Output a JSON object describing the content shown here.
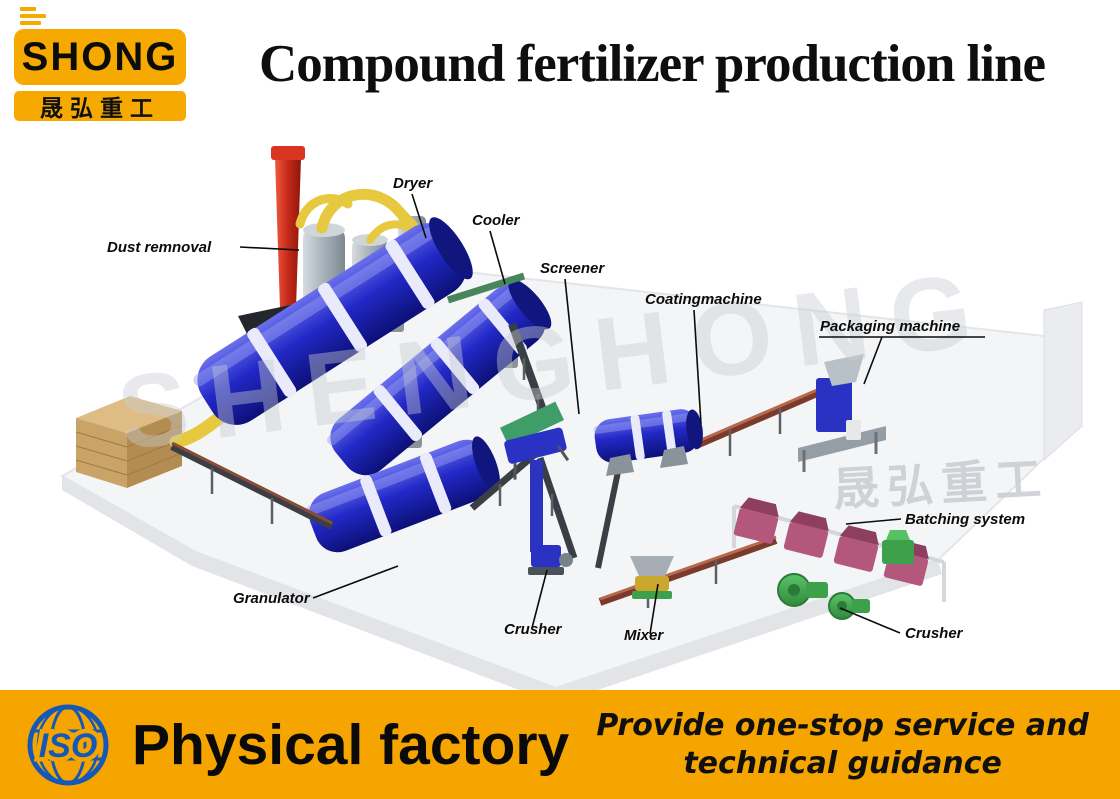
{
  "header": {
    "logo": {
      "name": "SHONG",
      "subtitle_cn": "晟弘重工"
    },
    "title": "Compound fertilizer production line"
  },
  "scene": {
    "watermark_en": "SHENGHONG",
    "watermark_cn": "晟弘重工",
    "labels": {
      "dust_removal": "Dust remnoval",
      "dryer": "Dryer",
      "cooler": "Cooler",
      "screener": "Screener",
      "coating_machine": "Coatingmachine",
      "packaging_machine": "Packaging machine",
      "batching_system": "Batching system",
      "granulator": "Granulator",
      "crusher_mid": "Crusher",
      "mixer": "Mixer",
      "crusher_right": "Crusher"
    }
  },
  "footer": {
    "iso_label": "ISO",
    "headline": "Physical factory",
    "tagline_line1": "Provide one-stop service and",
    "tagline_line2": "technical guidance"
  },
  "colors": {
    "brand_yellow": "#F6A400",
    "drum_blue": "#2228C6",
    "iso_blue": "#1459B8",
    "chimney_red": "#C52818"
  }
}
